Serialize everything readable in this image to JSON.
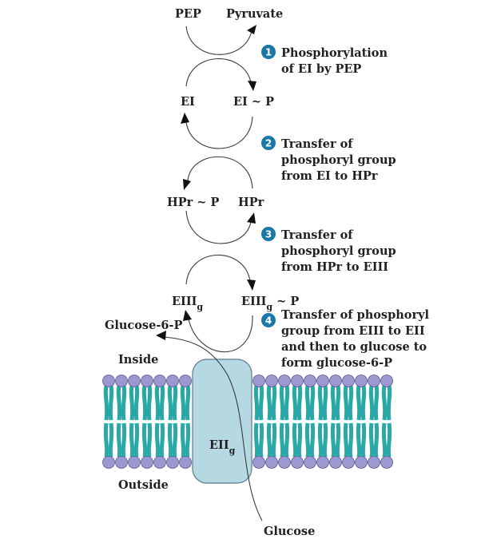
{
  "labels": {
    "pep": "PEP",
    "pyruvate": "Pyruvate",
    "ei": "EI",
    "ei_p": "EI ~ P",
    "hpr_p": "HPr ~ P",
    "hpr": "HPr",
    "eiii_left": "EIII",
    "eiii_left_sub": "g",
    "eiii_right": "EIII",
    "eiii_right_sub": "g",
    "eiii_right_suffix": " ~ P",
    "glucose6p": "Glucose-6-P",
    "inside": "Inside",
    "outside": "Outside",
    "eii": "EII",
    "eii_sub": "g",
    "glucose": "Glucose"
  },
  "steps": [
    {
      "number": "1",
      "lines": [
        "Phosphorylation",
        "of EI by PEP"
      ]
    },
    {
      "number": "2",
      "lines": [
        "Transfer of",
        "phosphoryl group",
        "from EI to HPr"
      ]
    },
    {
      "number": "3",
      "lines": [
        "Transfer of",
        "phosphoryl group",
        "from HPr to EIII"
      ]
    },
    {
      "number": "4",
      "lines": [
        "Transfer of phosphoryl",
        "group from EIII to EII",
        "and then to glucose to",
        "form glucose-6-P"
      ]
    }
  ],
  "colors": {
    "step_badge": "#1b77a8",
    "lipid_head": "#9c98d2",
    "lipid_head_stroke": "#5a5690",
    "lipid_tail": "#2aa8a6",
    "protein_fill": "#b6d8e3",
    "protein_stroke": "#5b7d8a",
    "text": "#231f20"
  }
}
